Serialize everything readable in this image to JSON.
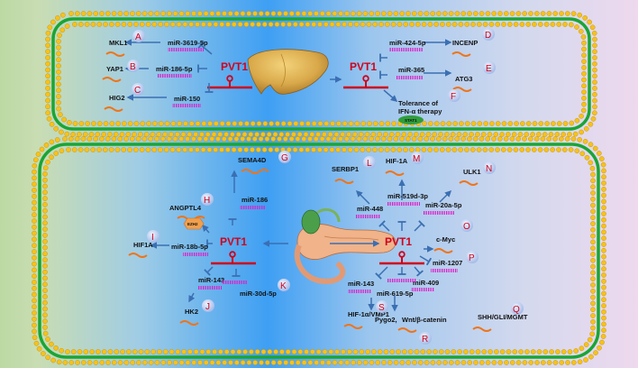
{
  "liver_panel": {
    "left_node": "PVT1",
    "right_node": "PVT1",
    "left_targets": [
      {
        "mirna": "miR-3619-5p",
        "target": "MKL1",
        "letter": "A"
      },
      {
        "mirna": "miR-186-5p",
        "target": "YAP1",
        "letter": "B"
      },
      {
        "mirna": "miR-150",
        "target": "HIG2",
        "letter": "C"
      }
    ],
    "right_targets": [
      {
        "mirna": "miR-424-5p",
        "target": "INCENP",
        "letter": "D"
      },
      {
        "mirna": "miR-365",
        "target": "ATG3",
        "letter": "E"
      }
    ],
    "tolerance": {
      "line1": "Tolerance of",
      "line2": "IFN-α therapy",
      "badge": "STAT1",
      "letter": "F"
    }
  },
  "pancreas_panel": {
    "left_node": "PVT1",
    "right_node": "PVT1",
    "left": {
      "sema4d": {
        "target": "SEMA4D",
        "letter": "G"
      },
      "angptl4": {
        "target": "ANGPTL4",
        "badge": "EZH2",
        "letter": "H"
      },
      "mir186": "miR-186",
      "hif1a_left": {
        "mirna": "miR-18b-5p",
        "target": "HIF1A",
        "letter": "I"
      },
      "hk2": {
        "mirna": "miR-143",
        "target": "HK2",
        "letter": "J"
      },
      "mir30d": {
        "mirna": "miR-30d-5p",
        "letter": "K"
      }
    },
    "right": {
      "serbp1": {
        "target": "SERBP1",
        "letter": "L"
      },
      "hif1a_top": {
        "target": "HIF-1A",
        "letter": "M"
      },
      "ulk1": {
        "target": "ULK1",
        "letter": "N"
      },
      "mir448": "miR-448",
      "mir519d": "miR-519d-3p",
      "mir20a": "miR-20a-5p",
      "cmyc": {
        "target": "c-Myc",
        "letter": "O"
      },
      "mir1207": {
        "mirna": "miR-1207",
        "letter": "P"
      },
      "mir409": "miR-409",
      "mir143": "miR-143",
      "mir619": "miR-619-5p",
      "shh": {
        "target": "SHH/GLI/MGMT",
        "letter": "Q"
      },
      "wnt": {
        "line1": "Pygo2,",
        "line2": "Wnt/β-catenin",
        "letter": "R"
      },
      "hif_vmp1": {
        "target": "HIF-1α/VMP1",
        "letter": "S"
      }
    }
  }
}
